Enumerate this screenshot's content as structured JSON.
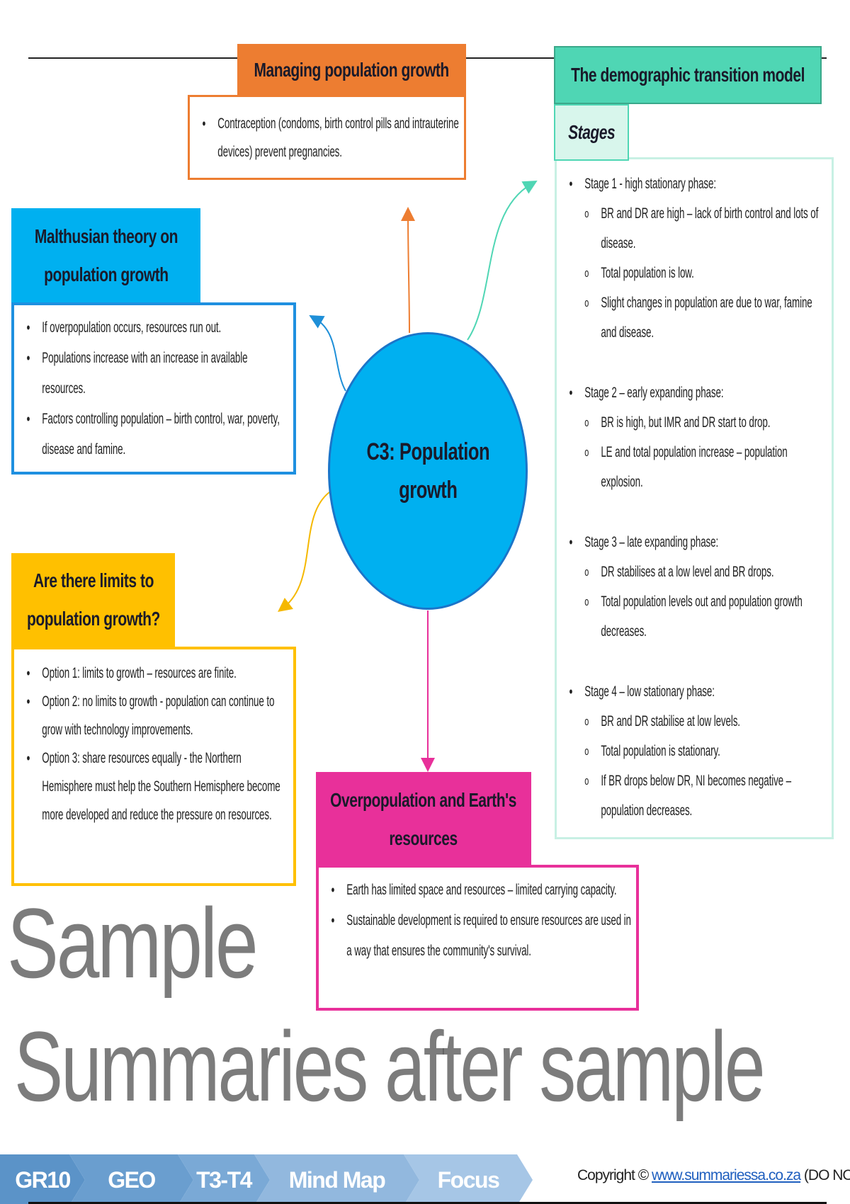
{
  "center": {
    "title": "C3: Population growth"
  },
  "managing": {
    "title": "Managing population growth",
    "items": [
      "Contraception (condoms, birth control pills and intrauterine devices) prevent pregnancies."
    ]
  },
  "dtm": {
    "title": "The demographic transition model",
    "tab": "Stages",
    "stages": [
      {
        "label": "Stage 1 - high stationary phase:",
        "points": [
          "BR and DR are high – lack of birth control and lots of disease.",
          "Total population is low.",
          "Slight changes in population are due to war, famine and disease."
        ]
      },
      {
        "label": "Stage 2 – early expanding phase:",
        "points": [
          "BR is high, but IMR and DR start to drop.",
          "LE and total population increase – population explosion."
        ]
      },
      {
        "label": "Stage 3 – late expanding phase:",
        "points": [
          "DR stabilises at a low level and BR drops.",
          "Total population levels out and population growth decreases."
        ]
      },
      {
        "label": "Stage 4 – low stationary phase:",
        "points": [
          "BR and DR stabilise at low levels.",
          "Total population is stationary.",
          "If BR drops below DR, NI becomes negative – population decreases."
        ]
      }
    ]
  },
  "malthus": {
    "title": "Malthusian theory on population growth",
    "items": [
      "If overpopulation occurs, resources run out.",
      "Populations increase with an increase in available resources.",
      "Factors controlling population – birth control, war, poverty, disease and famine."
    ]
  },
  "limits": {
    "title": "Are there limits to population growth?",
    "items": [
      "Option 1:  limits to growth – resources are finite.",
      "Option 2:  no limits to growth - population can continue to grow with technology improvements.",
      "Option 3:  share resources equally - the Northern Hemisphere must help the Southern Hemisphere become more developed and reduce the pressure on resources."
    ]
  },
  "overpop": {
    "title": "Overpopulation and Earth's resources",
    "items": [
      "Earth has limited space and resources – limited carrying capacity.",
      "Sustainable development is required to ensure resources are used in a way that ensures the community's survival."
    ]
  },
  "watermark": {
    "line1": "Sample",
    "line2": "Summaries after sample"
  },
  "footer": {
    "breadcrumb": [
      "GR10",
      "GEO",
      "T3-T4",
      "Mind Map",
      "Focus"
    ],
    "copyright_prefix": "Copyright © ",
    "link": "www.summariessa.co.za",
    "copyright_suffix": " (DO NOT COPY)"
  },
  "colors": {
    "orange": "#ed7d31",
    "teal": "#4fd6b4",
    "blue": "#00b0f0",
    "yellow": "#ffc000",
    "pink": "#e8309a"
  }
}
